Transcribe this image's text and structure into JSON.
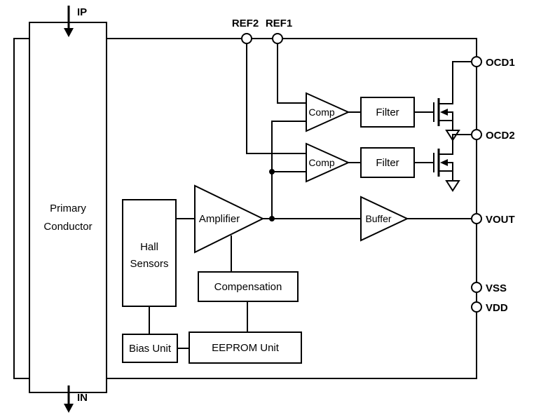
{
  "pins": {
    "ip": "IP",
    "in": "IN",
    "ref2": "REF2",
    "ref1": "REF1",
    "ocd1": "OCD1",
    "ocd2": "OCD2",
    "vout": "VOUT",
    "vss": "VSS",
    "vdd": "VDD"
  },
  "blocks": {
    "primary_conductor": {
      "line1": "Primary",
      "line2": "Conductor"
    },
    "hall_sensors": {
      "line1": "Hall",
      "line2": "Sensors"
    },
    "amplifier": "Amplifier",
    "comparator_top": "Comp",
    "comparator_bottom": "Comp",
    "filter_top": "Filter",
    "filter_bottom": "Filter",
    "buffer": "Buffer",
    "compensation": "Compensation",
    "bias_unit": "Bias Unit",
    "eeprom_unit": "EEPROM Unit"
  },
  "colors": {
    "line": "#000000",
    "background": "#ffffff"
  }
}
